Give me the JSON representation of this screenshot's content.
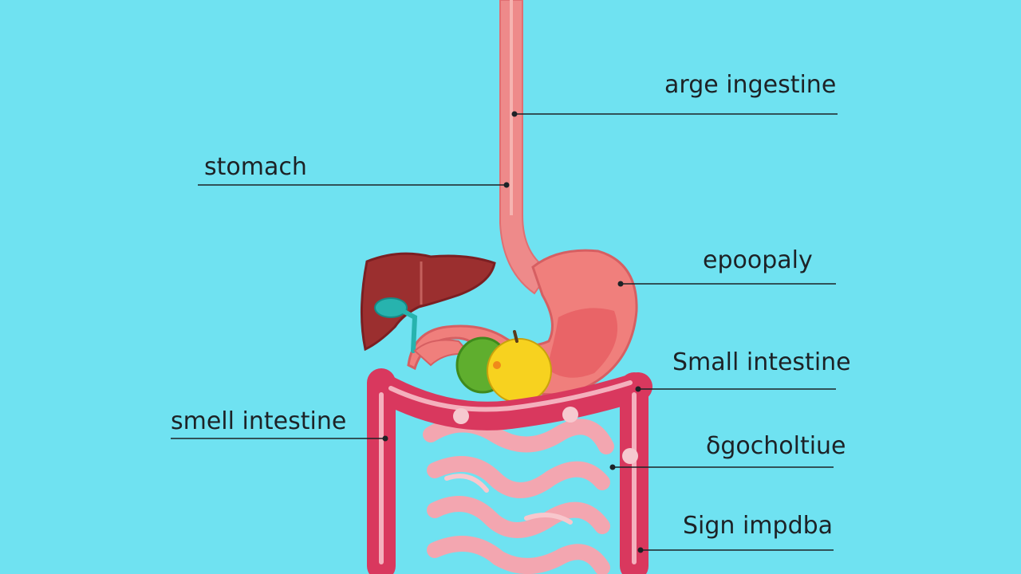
{
  "labels": {
    "large_intestine": "arge ingestine",
    "stomach": "stomach",
    "epoopaly": "epoopaly",
    "small_intestine_right": "Small intestine",
    "small_intestine_left": "smell intestine",
    "sgocholtiue": "δgocholtiue",
    "sign_impdba": "Sign impdba"
  },
  "colors": {
    "background": "#6fe2f1",
    "esophagus": "#ee8a8a",
    "stomach": "#f07f7c",
    "liver": "#9b2f2f",
    "gallbladder": "#27b3ae",
    "colon": "#d9385e",
    "small_intestine": "#f3a6b0",
    "apple": "#f7d21f",
    "leaf": "#5fae2e",
    "leader_line": "#1d2226"
  }
}
